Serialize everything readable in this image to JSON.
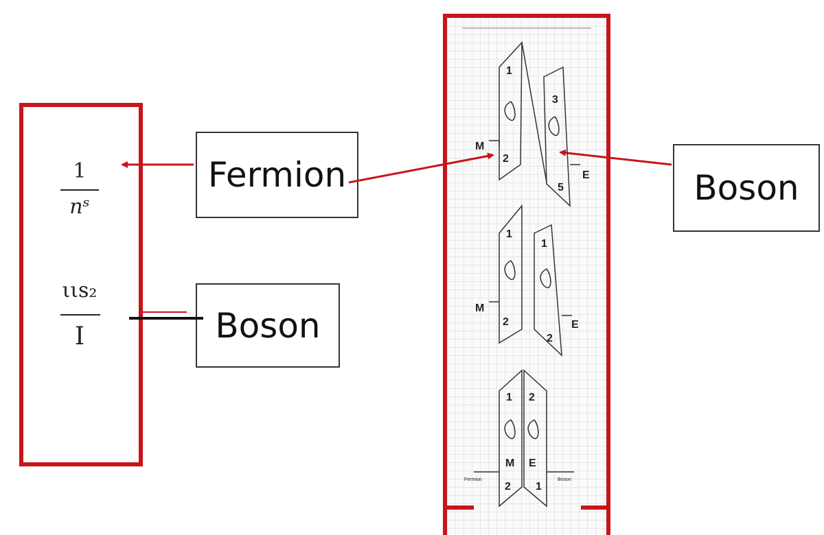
{
  "left_panel": {
    "expr1_numerator": "1",
    "expr1_denominator": "nˢ",
    "expr2_numerator": "ιιs₂",
    "expr2_denominator": "I"
  },
  "labels": {
    "fermion": "Fermion",
    "boson_middle": "Boson",
    "boson_right": "Boson"
  },
  "panel_diagram": {
    "top": {
      "left_top": "1",
      "left_bottom": "2",
      "right_top": "3",
      "right_bottom": "5",
      "left_tag": "M",
      "right_tag": "E"
    },
    "middle": {
      "left_top": "1",
      "left_bottom": "2",
      "right_top": "1",
      "right_bottom": "2",
      "left_tag": "M",
      "right_tag": "E"
    },
    "bottom": {
      "left_top": "1",
      "right_top": "2",
      "left_mid": "M",
      "right_mid": "E",
      "left_bottom": "2",
      "right_bottom": "1",
      "left_caption": "Fermion",
      "right_caption": "Boson"
    }
  },
  "colors": {
    "frame": "#c8141c",
    "arrow": "#c8141c",
    "text": "#111111"
  }
}
